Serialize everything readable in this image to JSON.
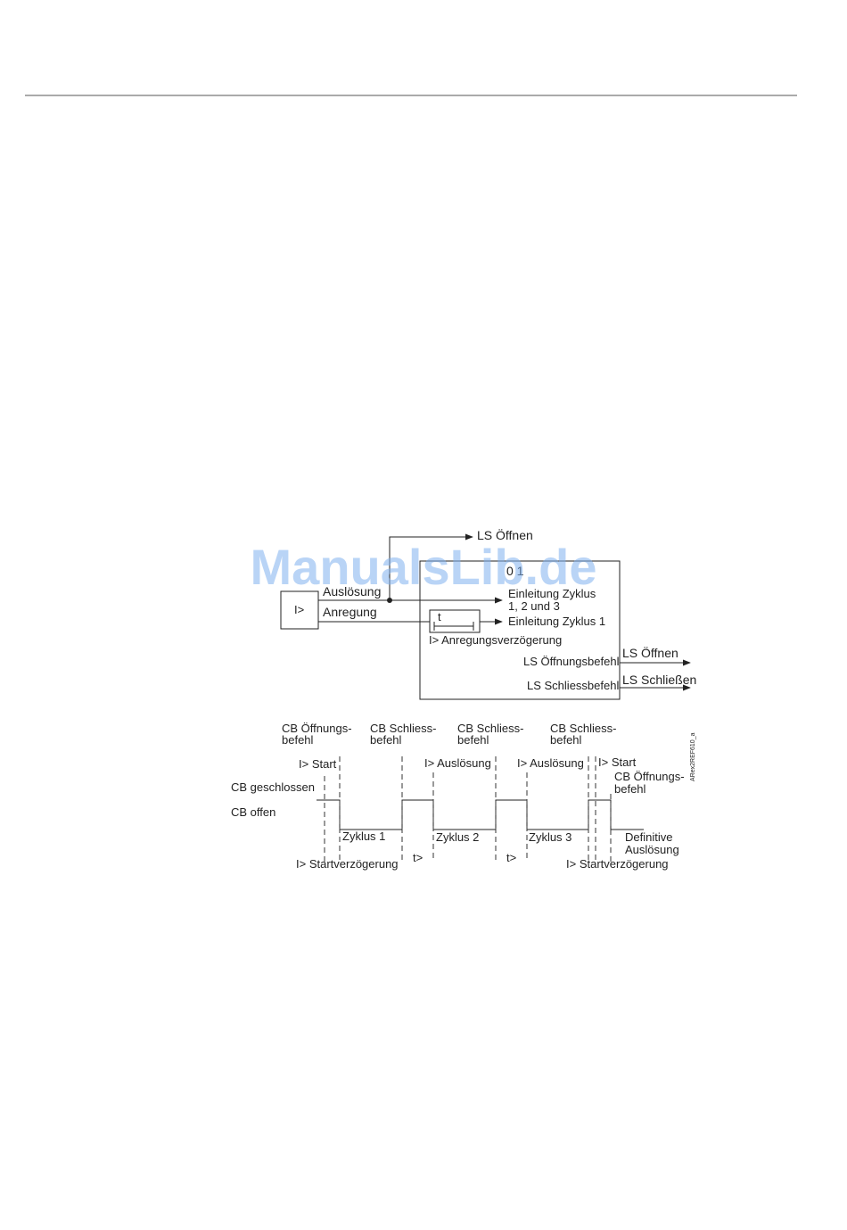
{
  "watermark": "ManualsLib.de",
  "block": {
    "relay_label": "I>",
    "trip_label": "Auslösung",
    "start_label": "Anregung",
    "ls_open_top": "LS Öffnen",
    "counter_digits": "0 1",
    "init_cycle_123_line1": "Einleitung Zyklus",
    "init_cycle_123_line2": "1, 2 und 3",
    "timer_label": "t",
    "init_cycle_1": "Einleitung Zyklus 1",
    "start_delay": "I> Anregungsverzögerung",
    "open_cmd": "LS Öffnungsbefehl",
    "close_cmd": "LS Schliessbefehl",
    "out_open": "LS Öffnen",
    "out_close": "LS Schließen"
  },
  "timing": {
    "cmd1_l1": "CB Öffnungs-",
    "cmd1_l2": "befehl",
    "cmd2_l1": "CB Schliess-",
    "cmd2_l2": "befehl",
    "cmd3_l1": "CB Schliess-",
    "cmd3_l2": "befehl",
    "cmd4_l1": "CB Schliess-",
    "cmd4_l2": "befehl",
    "start1": "I> Start",
    "trip1": "I> Auslösung",
    "trip2": "I> Auslösung",
    "start2": "I> Start",
    "cmd5_l1": "CB Öffnungs-",
    "cmd5_l2": "befehl",
    "cb_closed": "CB geschlossen",
    "cb_open": "CB offen",
    "cycle1": "Zyklus 1",
    "cycle2": "Zyklus 2",
    "cycle3": "Zyklus 3",
    "final_l1": "Definitive",
    "final_l2": "Auslösung",
    "start_delay1": "I> Startverzögerung",
    "t1": "t>",
    "t2": "t>",
    "start_delay2": "I> Startverzögerung",
    "figure_id": "ARex2REF610_a"
  }
}
